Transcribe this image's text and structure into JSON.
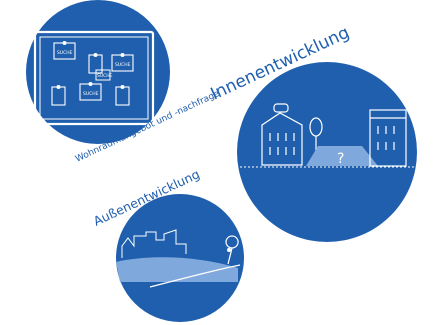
{
  "colors": {
    "circle": "#1f5fae",
    "ink": "#1f5fae",
    "line": "#ffffff",
    "light": "#7fa8dc"
  },
  "labels": {
    "demand": "Wohnraumangebot und -nachfrage",
    "inner": "Innenentwicklung",
    "outer": "Außenentwicklung"
  },
  "board": {
    "notes": [
      "SUCHE",
      "SUCHE",
      "SUCHE",
      "SUCHE"
    ]
  },
  "plot": {
    "mark": "?"
  }
}
